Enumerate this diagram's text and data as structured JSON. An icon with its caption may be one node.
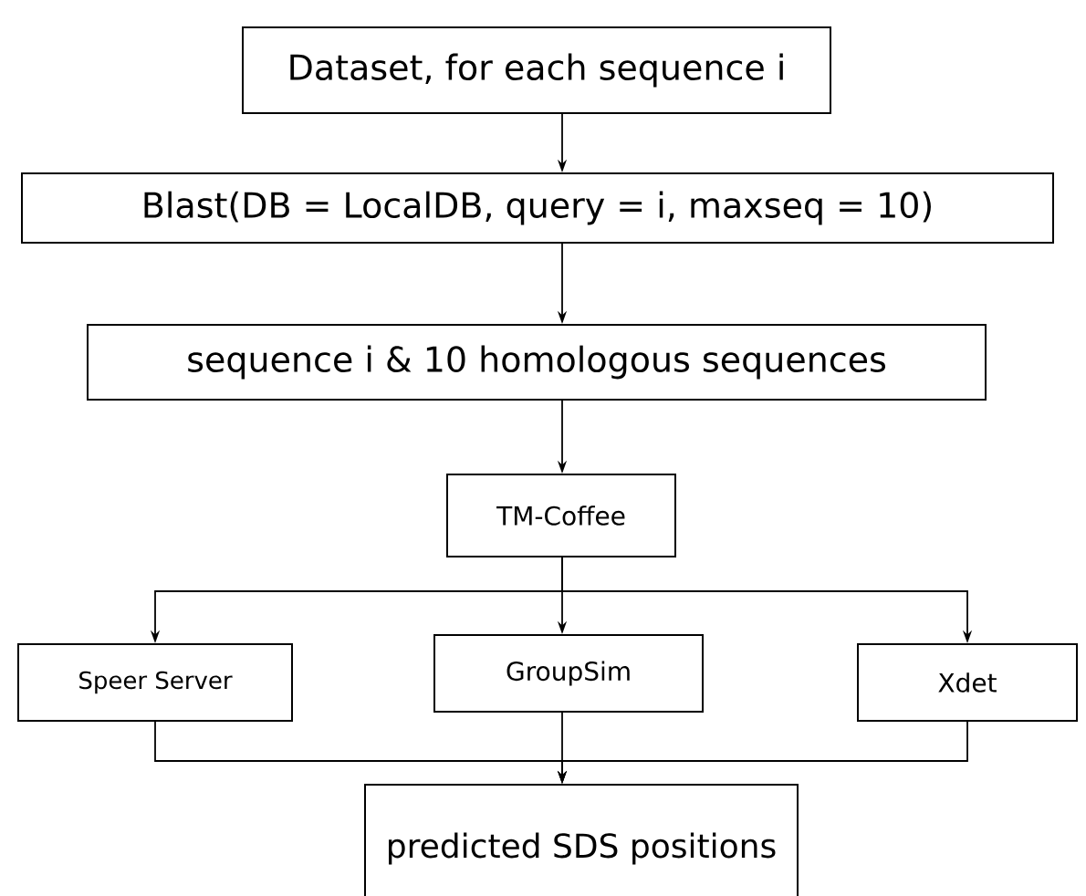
{
  "diagram": {
    "nodes": [
      {
        "text": [
          "Dataset, for each sequence i"
        ]
      },
      {
        "text": [
          "Blast(DB = LocalDB, query = i, maxseq = 10)"
        ]
      },
      {
        "text": [
          "sequence i & 10 homologous sequences"
        ]
      },
      {
        "text": [
          "TM-Coffee"
        ]
      },
      {
        "text": [
          "Speer Server"
        ]
      },
      {
        "text": [
          "GroupSim"
        ]
      },
      {
        "text": [
          "Xdet"
        ]
      },
      {
        "text": [
          "predicted SDS positions"
        ]
      }
    ],
    "edges": [
      {
        "from": 0,
        "to": 1,
        "arrow": "to"
      },
      {
        "from": 1,
        "to": 2,
        "arrow": "to"
      },
      {
        "from": 2,
        "to": 3,
        "arrow": "to"
      },
      {
        "from": 3,
        "to": 4,
        "arrow": "to"
      },
      {
        "from": 3,
        "to": 5,
        "arrow": "to"
      },
      {
        "from": 3,
        "to": 6,
        "arrow": "to"
      },
      {
        "from": 4,
        "to": 7,
        "arrow": "to"
      },
      {
        "from": 5,
        "to": 7,
        "arrow": "to"
      },
      {
        "from": 6,
        "to": 7,
        "arrow": "to"
      }
    ]
  }
}
